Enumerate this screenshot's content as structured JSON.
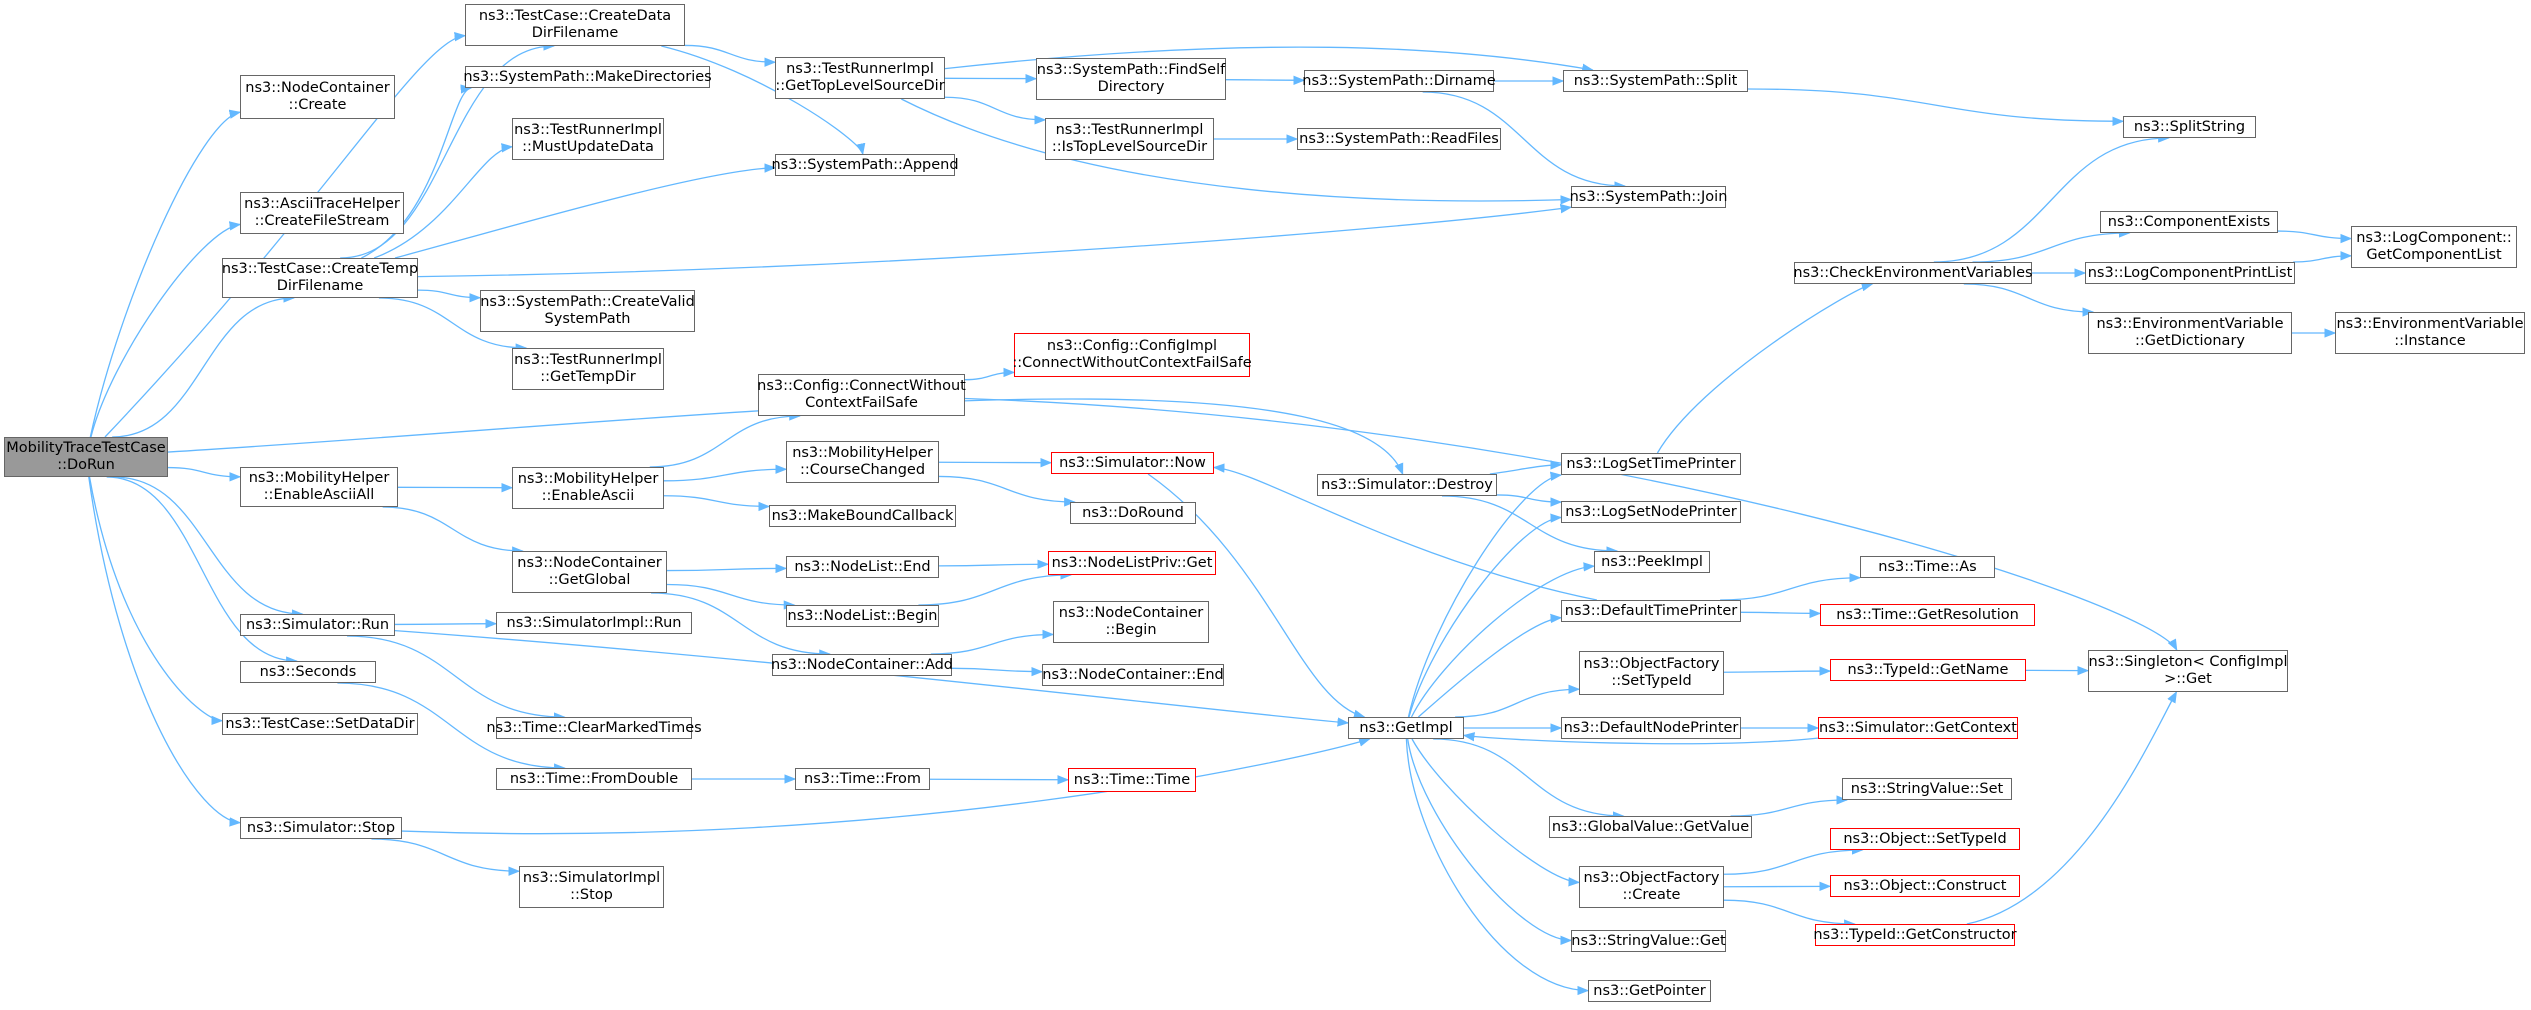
{
  "nodes": [
    {
      "id": "n0",
      "lines": [
        "MobilityTraceTestCase",
        "::DoRun"
      ],
      "root": true
    },
    {
      "id": "n1",
      "lines": [
        "ns3::NodeContainer",
        "::Create"
      ]
    },
    {
      "id": "n2",
      "lines": [
        "ns3::AsciiTraceHelper",
        "::CreateFileStream"
      ]
    },
    {
      "id": "n3",
      "lines": [
        "ns3::TestCase::CreateTemp",
        "DirFilename"
      ]
    },
    {
      "id": "n4",
      "lines": [
        "ns3::MobilityHelper",
        "::EnableAsciiAll"
      ]
    },
    {
      "id": "n5",
      "lines": [
        "ns3::Simulator::Run"
      ]
    },
    {
      "id": "n6",
      "lines": [
        "ns3::Seconds"
      ]
    },
    {
      "id": "n7",
      "lines": [
        "ns3::TestCase::SetDataDir"
      ]
    },
    {
      "id": "n8",
      "lines": [
        "ns3::Simulator::Stop"
      ]
    },
    {
      "id": "n9",
      "lines": [
        "ns3::TestCase::CreateData",
        "DirFilename"
      ]
    },
    {
      "id": "n10",
      "lines": [
        "ns3::SystemPath::MakeDirectories"
      ]
    },
    {
      "id": "n11",
      "lines": [
        "ns3::TestRunnerImpl",
        "::MustUpdateData"
      ]
    },
    {
      "id": "n12",
      "lines": [
        "ns3::SystemPath::CreateValid",
        "SystemPath"
      ]
    },
    {
      "id": "n13",
      "lines": [
        "ns3::TestRunnerImpl",
        "::GetTempDir"
      ]
    },
    {
      "id": "n14",
      "lines": [
        "ns3::MobilityHelper",
        "::EnableAscii"
      ]
    },
    {
      "id": "n15",
      "lines": [
        "ns3::NodeContainer",
        "::GetGlobal"
      ]
    },
    {
      "id": "n16",
      "lines": [
        "ns3::SimulatorImpl::Run"
      ]
    },
    {
      "id": "n17",
      "lines": [
        "ns3::Time::ClearMarkedTimes"
      ]
    },
    {
      "id": "n18",
      "lines": [
        "ns3::Time::FromDouble"
      ]
    },
    {
      "id": "n19",
      "lines": [
        "ns3::SimulatorImpl",
        "::Stop"
      ]
    },
    {
      "id": "n20",
      "lines": [
        "ns3::TestRunnerImpl",
        "::GetTopLevelSourceDir"
      ]
    },
    {
      "id": "n21",
      "lines": [
        "ns3::SystemPath::Append"
      ]
    },
    {
      "id": "n22",
      "lines": [
        "ns3::Config::ConnectWithout",
        "ContextFailSafe"
      ]
    },
    {
      "id": "n23",
      "lines": [
        "ns3::MobilityHelper",
        "::CourseChanged"
      ]
    },
    {
      "id": "n24",
      "lines": [
        "ns3::MakeBoundCallback"
      ]
    },
    {
      "id": "n25",
      "lines": [
        "ns3::NodeList::End"
      ]
    },
    {
      "id": "n26",
      "lines": [
        "ns3::NodeList::Begin"
      ]
    },
    {
      "id": "n27",
      "lines": [
        "ns3::NodeContainer::Add"
      ]
    },
    {
      "id": "n28",
      "lines": [
        "ns3::Time::From"
      ]
    },
    {
      "id": "n29",
      "lines": [
        "ns3::SystemPath::FindSelf",
        "Directory"
      ]
    },
    {
      "id": "n30",
      "lines": [
        "ns3::TestRunnerImpl",
        "::IsTopLevelSourceDir"
      ]
    },
    {
      "id": "n31",
      "lines": [
        "ns3::Config::ConfigImpl",
        "::ConnectWithoutContextFailSafe"
      ],
      "red": true
    },
    {
      "id": "n32",
      "lines": [
        "ns3::Simulator::Now"
      ],
      "red": true
    },
    {
      "id": "n33",
      "lines": [
        "ns3::DoRound"
      ]
    },
    {
      "id": "n34",
      "lines": [
        "ns3::NodeListPriv::Get"
      ],
      "red": true
    },
    {
      "id": "n35",
      "lines": [
        "ns3::NodeContainer",
        "::Begin"
      ]
    },
    {
      "id": "n36",
      "lines": [
        "ns3::NodeContainer::End"
      ]
    },
    {
      "id": "n37",
      "lines": [
        "ns3::Time::Time"
      ],
      "red": true
    },
    {
      "id": "n38",
      "lines": [
        "ns3::SystemPath::Dirname"
      ]
    },
    {
      "id": "n39",
      "lines": [
        "ns3::SystemPath::ReadFiles"
      ]
    },
    {
      "id": "n40",
      "lines": [
        "ns3::Simulator::Destroy"
      ]
    },
    {
      "id": "n41",
      "lines": [
        "ns3::GetImpl"
      ]
    },
    {
      "id": "n42",
      "lines": [
        "ns3::SystemPath::Split"
      ]
    },
    {
      "id": "n43",
      "lines": [
        "ns3::SystemPath::Join"
      ]
    },
    {
      "id": "n44",
      "lines": [
        "ns3::LogSetTimePrinter"
      ]
    },
    {
      "id": "n45",
      "lines": [
        "ns3::LogSetNodePrinter"
      ]
    },
    {
      "id": "n46",
      "lines": [
        "ns3::PeekImpl"
      ]
    },
    {
      "id": "n47",
      "lines": [
        "ns3::DefaultTimePrinter"
      ]
    },
    {
      "id": "n48",
      "lines": [
        "ns3::ObjectFactory",
        "::SetTypeId"
      ]
    },
    {
      "id": "n49",
      "lines": [
        "ns3::DefaultNodePrinter"
      ]
    },
    {
      "id": "n50",
      "lines": [
        "ns3::GlobalValue::GetValue"
      ]
    },
    {
      "id": "n51",
      "lines": [
        "ns3::ObjectFactory",
        "::Create"
      ]
    },
    {
      "id": "n52",
      "lines": [
        "ns3::StringValue::Get"
      ]
    },
    {
      "id": "n53",
      "lines": [
        "ns3::GetPointer"
      ]
    },
    {
      "id": "n54",
      "lines": [
        "ns3::CheckEnvironmentVariables"
      ]
    },
    {
      "id": "n55",
      "lines": [
        "ns3::SplitString"
      ]
    },
    {
      "id": "n56",
      "lines": [
        "ns3::ComponentExists"
      ]
    },
    {
      "id": "n57",
      "lines": [
        "ns3::LogComponentPrintList"
      ]
    },
    {
      "id": "n58",
      "lines": [
        "ns3::EnvironmentVariable",
        "::GetDictionary"
      ]
    },
    {
      "id": "n59",
      "lines": [
        "ns3::Time::As"
      ]
    },
    {
      "id": "n60",
      "lines": [
        "ns3::Time::GetResolution"
      ],
      "red": true
    },
    {
      "id": "n61",
      "lines": [
        "ns3::TypeId::GetName"
      ],
      "red": true
    },
    {
      "id": "n62",
      "lines": [
        "ns3::Simulator::GetContext"
      ],
      "red": true
    },
    {
      "id": "n63",
      "lines": [
        "ns3::StringValue::Set"
      ]
    },
    {
      "id": "n64",
      "lines": [
        "ns3::Object::SetTypeId"
      ],
      "red": true
    },
    {
      "id": "n65",
      "lines": [
        "ns3::Object::Construct"
      ],
      "red": true
    },
    {
      "id": "n66",
      "lines": [
        "ns3::TypeId::GetConstructor"
      ],
      "red": true
    },
    {
      "id": "n67",
      "lines": [
        "ns3::LogComponent::",
        "GetComponentList"
      ]
    },
    {
      "id": "n68",
      "lines": [
        "ns3::EnvironmentVariable",
        "::Instance"
      ]
    },
    {
      "id": "n69",
      "lines": [
        "ns3::Singleton< ConfigImpl",
        ">::Get"
      ]
    }
  ],
  "edges": [
    [
      "n0",
      "n1"
    ],
    [
      "n0",
      "n2"
    ],
    [
      "n0",
      "n3"
    ],
    [
      "n0",
      "n9"
    ],
    [
      "n0",
      "n40"
    ],
    [
      "n0",
      "n4"
    ],
    [
      "n0",
      "n5"
    ],
    [
      "n0",
      "n6"
    ],
    [
      "n0",
      "n7"
    ],
    [
      "n0",
      "n8"
    ],
    [
      "n3",
      "n9"
    ],
    [
      "n3",
      "n10"
    ],
    [
      "n3",
      "n11"
    ],
    [
      "n3",
      "n21"
    ],
    [
      "n3",
      "n12"
    ],
    [
      "n3",
      "n13"
    ],
    [
      "n3",
      "n43"
    ],
    [
      "n9",
      "n20"
    ],
    [
      "n9",
      "n21"
    ],
    [
      "n20",
      "n29"
    ],
    [
      "n20",
      "n30"
    ],
    [
      "n20",
      "n42"
    ],
    [
      "n20",
      "n43"
    ],
    [
      "n29",
      "n38"
    ],
    [
      "n30",
      "n39"
    ],
    [
      "n38",
      "n42"
    ],
    [
      "n38",
      "n43"
    ],
    [
      "n42",
      "n55"
    ],
    [
      "n4",
      "n14"
    ],
    [
      "n4",
      "n15"
    ],
    [
      "n14",
      "n22"
    ],
    [
      "n14",
      "n23"
    ],
    [
      "n14",
      "n24"
    ],
    [
      "n22",
      "n31"
    ],
    [
      "n22",
      "n69"
    ],
    [
      "n23",
      "n32"
    ],
    [
      "n23",
      "n33"
    ],
    [
      "n15",
      "n25"
    ],
    [
      "n15",
      "n26"
    ],
    [
      "n15",
      "n27"
    ],
    [
      "n25",
      "n34"
    ],
    [
      "n26",
      "n34"
    ],
    [
      "n27",
      "n35"
    ],
    [
      "n27",
      "n36"
    ],
    [
      "n5",
      "n16"
    ],
    [
      "n5",
      "n17"
    ],
    [
      "n5",
      "n41"
    ],
    [
      "n6",
      "n18"
    ],
    [
      "n18",
      "n28"
    ],
    [
      "n28",
      "n37"
    ],
    [
      "n8",
      "n41"
    ],
    [
      "n8",
      "n19"
    ],
    [
      "n32",
      "n41"
    ],
    [
      "n40",
      "n44"
    ],
    [
      "n40",
      "n45"
    ],
    [
      "n40",
      "n46"
    ],
    [
      "n41",
      "n44"
    ],
    [
      "n41",
      "n45"
    ],
    [
      "n41",
      "n46"
    ],
    [
      "n41",
      "n47"
    ],
    [
      "n41",
      "n48"
    ],
    [
      "n41",
      "n49"
    ],
    [
      "n41",
      "n50"
    ],
    [
      "n41",
      "n51"
    ],
    [
      "n41",
      "n52"
    ],
    [
      "n41",
      "n53"
    ],
    [
      "n44",
      "n54"
    ],
    [
      "n47",
      "n32"
    ],
    [
      "n47",
      "n59"
    ],
    [
      "n47",
      "n60"
    ],
    [
      "n48",
      "n61"
    ],
    [
      "n49",
      "n62"
    ],
    [
      "n62",
      "n41"
    ],
    [
      "n50",
      "n63"
    ],
    [
      "n51",
      "n64"
    ],
    [
      "n51",
      "n65"
    ],
    [
      "n51",
      "n66"
    ],
    [
      "n54",
      "n55"
    ],
    [
      "n54",
      "n56"
    ],
    [
      "n54",
      "n57"
    ],
    [
      "n54",
      "n58"
    ],
    [
      "n56",
      "n67"
    ],
    [
      "n57",
      "n67"
    ],
    [
      "n58",
      "n68"
    ],
    [
      "n61",
      "n69"
    ],
    [
      "n66",
      "n69"
    ]
  ],
  "colors": {
    "edge": "#63b8ff",
    "node_border": "#666666",
    "node_border_missing": "#ff0000",
    "root_fill": "#999999",
    "node_fill": "#ffffff"
  }
}
